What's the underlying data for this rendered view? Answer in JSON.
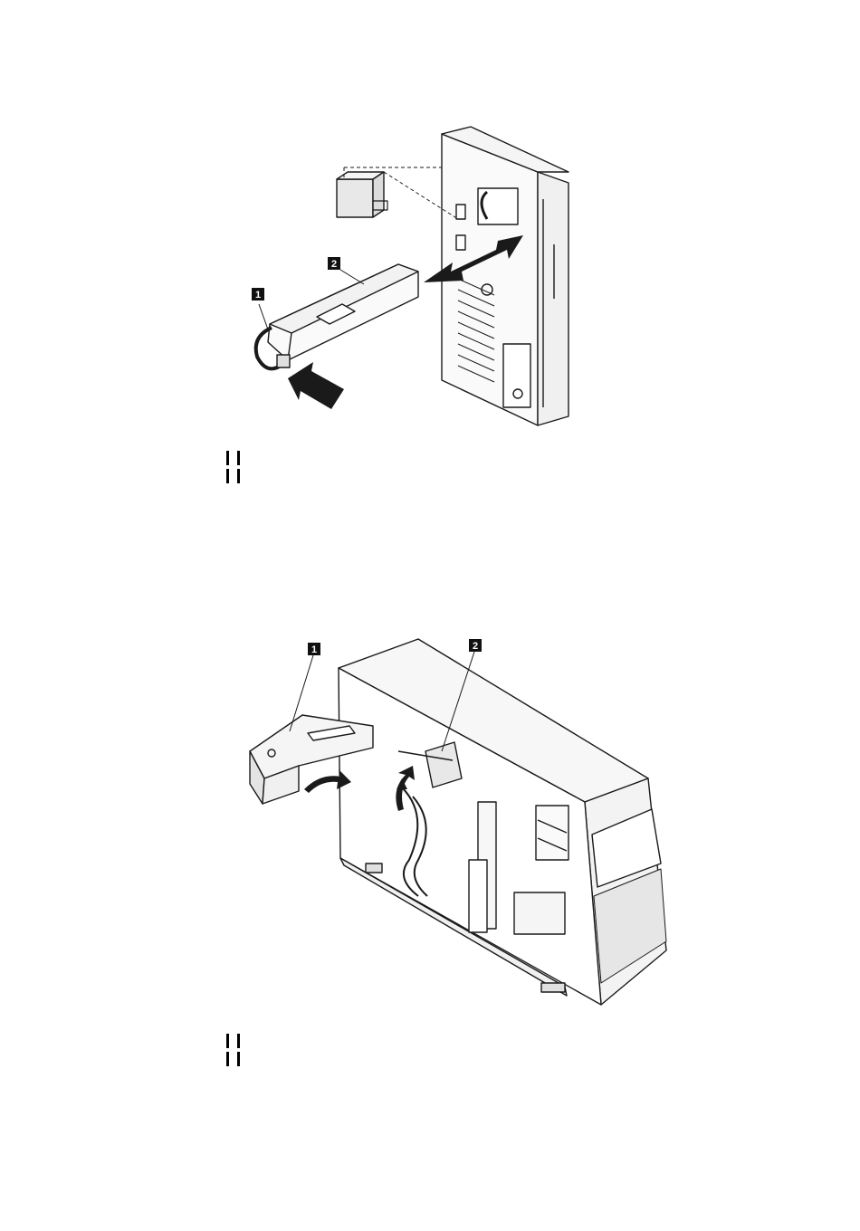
{
  "figure1": {
    "callouts": [
      "1",
      "2"
    ]
  },
  "figure2": {
    "callouts": [
      "1",
      "2"
    ]
  },
  "colors": {
    "ink": "#1a1a1a",
    "callout_bg": "#111111",
    "paper": "#ffffff"
  }
}
